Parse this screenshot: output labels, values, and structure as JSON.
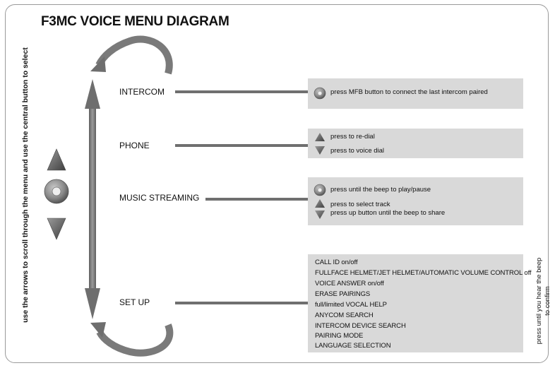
{
  "title": "F3MC VOICE MENU DIAGRAM",
  "side_instruction": "use the arrows to scroll through the menu and use the central button to select",
  "menu": [
    {
      "label": "INTERCOM"
    },
    {
      "label": "PHONE"
    },
    {
      "label": "MUSIC STREAMING"
    },
    {
      "label": "SET UP"
    }
  ],
  "intercom_panel": {
    "rows": [
      {
        "icon": "center-button-icon",
        "text": "press MFB button to connect the last intercom paired"
      }
    ]
  },
  "phone_panel": {
    "rows": [
      {
        "icon": "up-arrow-icon",
        "text": "press to re-dial"
      },
      {
        "icon": "down-arrow-icon",
        "text": "press to voice dial"
      }
    ]
  },
  "music_panel": {
    "rows": [
      {
        "icon": "center-button-icon",
        "text": "press until the beep to play/pause"
      },
      {
        "icon": "up-arrow-icon",
        "text": "press to select track"
      },
      {
        "icon": "down-arrow-icon",
        "text": "press up button until the beep to share"
      }
    ]
  },
  "setup_panel": {
    "items": [
      "CALL ID on/off",
      "FULLFACE HELMET/JET HELMET/AUTOMATIC VOLUME CONTROL off",
      "VOICE ANSWER on/off",
      "ERASE PAIRINGS",
      "full/limited VOCAL HELP",
      "ANYCOM SEARCH",
      "INTERCOM DEVICE SEARCH",
      "PAIRING MODE",
      "LANGUAGE SELECTION"
    ]
  },
  "confirm_note": {
    "line1": "press until you hear the beep",
    "line2": "to confirm"
  },
  "colors": {
    "panel": "#d9d9d9",
    "arrow": "#7a7a7a",
    "line": "#6f6f6f",
    "frame": "#9a9a9a"
  }
}
